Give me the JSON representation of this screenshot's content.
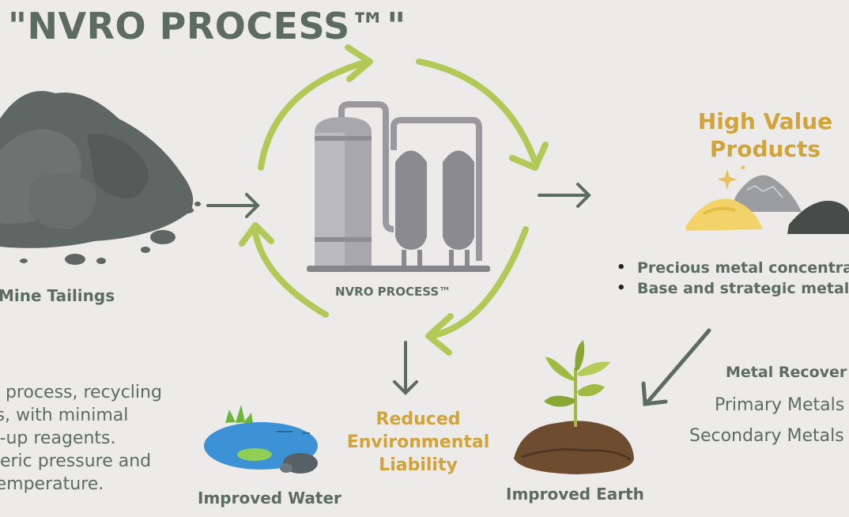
{
  "title": "\"NVRO PROCESS™\"",
  "center_label": "NVRO PROCESS™",
  "mine_label": "Mine Tailings",
  "products_title": [
    "High Value",
    "Products"
  ],
  "product_bullets": [
    "Precious metal concentra",
    "Base and strategic metal"
  ],
  "metal_recovery": {
    "title": "Metal Recover",
    "items": [
      "Primary Metals",
      "Secondary Metals"
    ]
  },
  "liability_label": [
    "Reduced",
    "Environmental",
    "Liability"
  ],
  "water_label": "Improved Water",
  "earth_label": "Improved Earth",
  "description_lines": [
    "p process, recycling",
    "ts, with minimal",
    "e-up reagents.",
    "heric pressure and",
    " temperature."
  ],
  "colors": {
    "cycle_arrow": "#b2c957",
    "dark_arrow": "#5d6c63",
    "gold": "#d1a338",
    "background": "#ecebe9"
  },
  "icons": [
    "mine-tailings-pile-icon",
    "process-plant-icon",
    "ore-piles-icon",
    "pond-icon",
    "seedling-icon"
  ]
}
